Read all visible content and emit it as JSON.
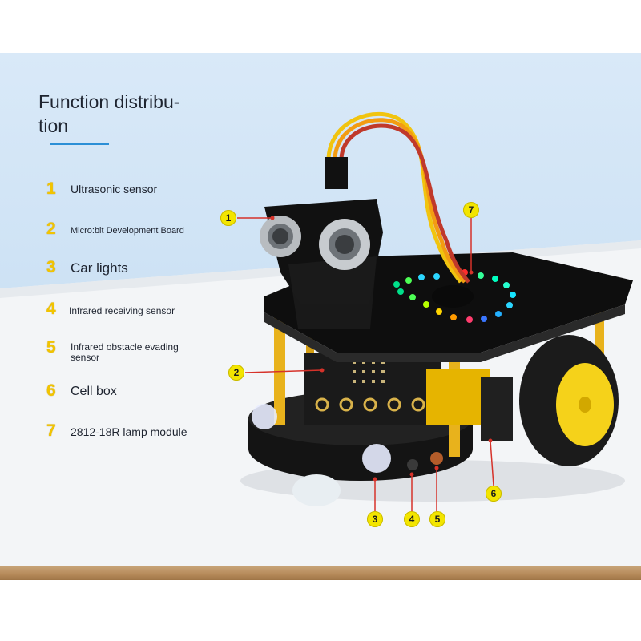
{
  "title": "Function distribu-\ntion",
  "legend": [
    {
      "number": "1",
      "label": "Ultrasonic sensor"
    },
    {
      "number": "2",
      "label": "Micro:bit Development Board"
    },
    {
      "number": "3",
      "label": "Car lights"
    },
    {
      "number": "4",
      "label": "Infrared receiving sensor"
    },
    {
      "number": "5",
      "label": "Infrared obstacle evading sensor"
    },
    {
      "number": "6",
      "label": "Cell box"
    },
    {
      "number": "7",
      "label": "2812-18R lamp module"
    }
  ],
  "callouts": [
    "1",
    "2",
    "3",
    "4",
    "5",
    "6",
    "7"
  ],
  "colors": {
    "accent_blue": "#2b8fd6",
    "badge_yellow": "#f3e500",
    "legend_number": "#f2c400",
    "pillar_yellow": "#e8b21c",
    "wheel_yellow": "#f5d21a",
    "board_black": "#111111",
    "wire_colors": [
      "#c0392b",
      "#f39c12",
      "#f1c40f"
    ]
  }
}
